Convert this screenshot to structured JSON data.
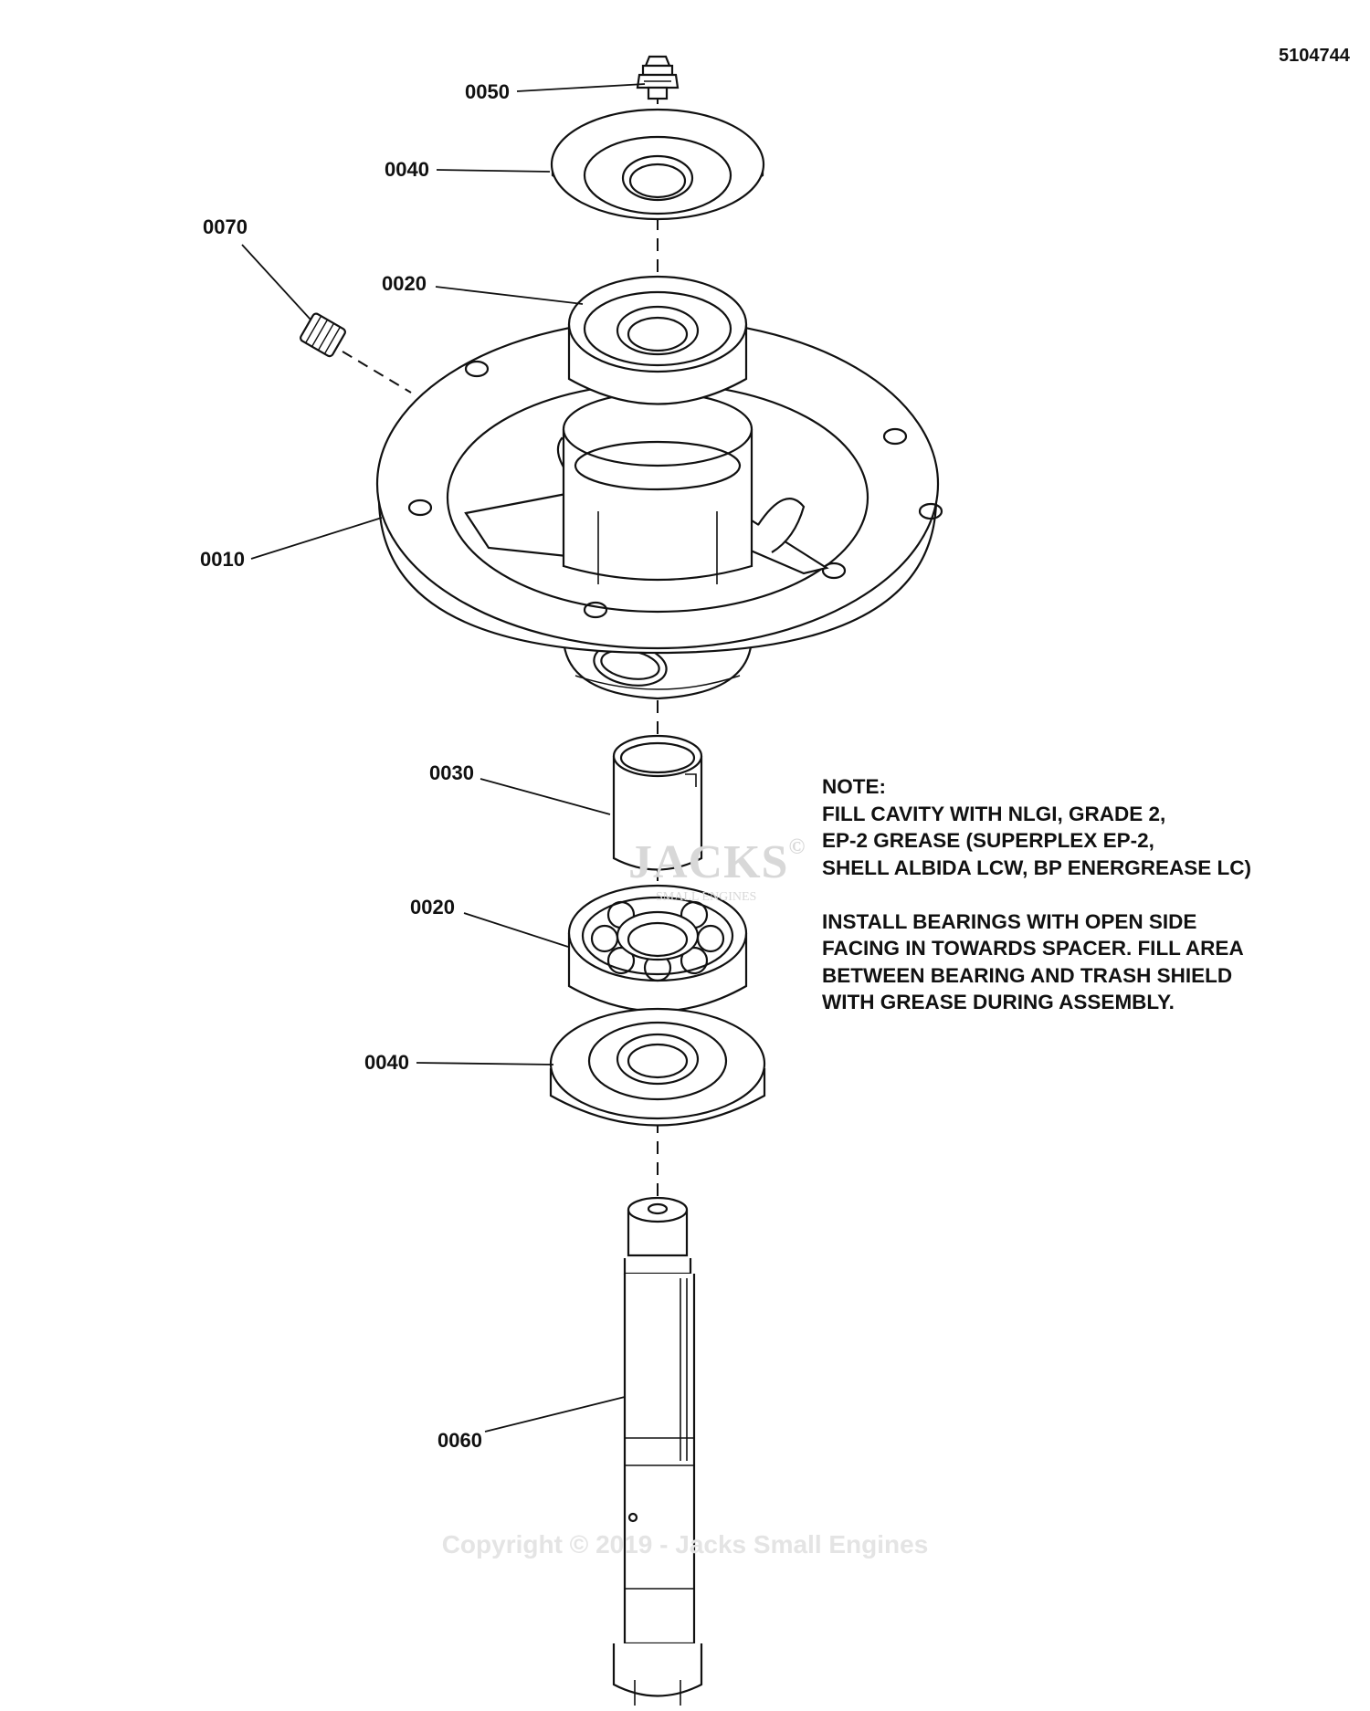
{
  "diagram_id": "5104744",
  "part_labels": {
    "p0050": "0050",
    "p0040_top": "0040",
    "p0070": "0070",
    "p0020_top": "0020",
    "p0010": "0010",
    "p0030": "0030",
    "p0020_bottom": "0020",
    "p0040_bottom": "0040",
    "p0060": "0060"
  },
  "note": {
    "heading": "NOTE:",
    "line1": "FILL CAVITY WITH NLGI, GRADE 2,",
    "line2": "EP-2 GREASE (SUPERPLEX EP-2,",
    "line3": "SHELL ALBIDA LCW, BP ENERGREASE LC)",
    "line4": "INSTALL BEARINGS WITH OPEN SIDE",
    "line5": "FACING IN TOWARDS SPACER. FILL AREA",
    "line6": "BETWEEN BEARING AND TRASH SHIELD",
    "line7": "WITH GREASE DURING ASSEMBLY."
  },
  "watermark": {
    "logo_text": "JACKS",
    "logo_mark": "©",
    "logo_sub": "SMALL ENGINES",
    "copyright": "Copyright © 2019 - Jacks Small Engines"
  }
}
